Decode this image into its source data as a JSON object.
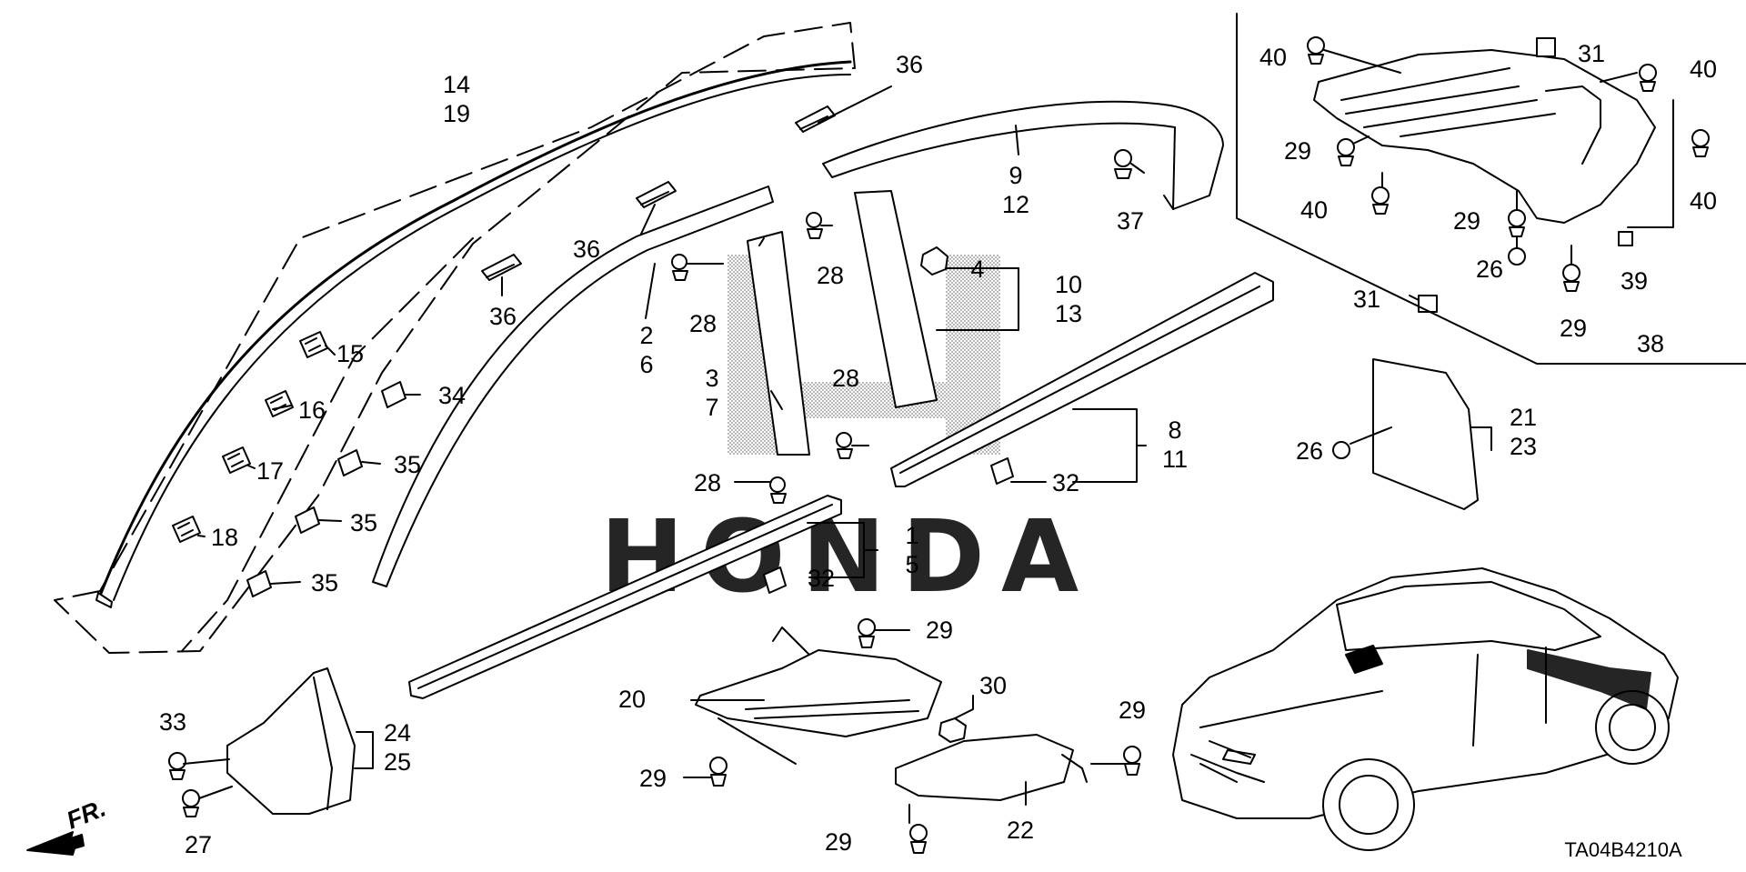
{
  "diagram_code": "TA04B4210A",
  "front_indicator": "FR.",
  "watermark_text": "HONDA",
  "colors": {
    "line": "#000000",
    "background": "#ffffff",
    "watermark": "#9a9a9a"
  },
  "labels": {
    "l14": "14",
    "l19": "19",
    "l36a": "36",
    "l36b": "36",
    "l36c": "36",
    "l9": "9",
    "l12": "12",
    "l37": "37",
    "l2": "2",
    "l6": "6",
    "l28a": "28",
    "l28b": "28",
    "l28c": "28",
    "l28d": "28",
    "l4": "4",
    "l10": "10",
    "l13": "13",
    "l3": "3",
    "l7": "7",
    "l15": "15",
    "l16": "16",
    "l17": "17",
    "l18": "18",
    "l34": "34",
    "l35a": "35",
    "l35b": "35",
    "l35c": "35",
    "l8": "8",
    "l11": "11",
    "l32a": "32",
    "l32b": "32",
    "l1": "1",
    "l5": "5",
    "l29a": "29",
    "l29b": "29",
    "l29c": "29",
    "l29d": "29",
    "l29e": "29",
    "l29f": "29",
    "l29g": "29",
    "l20": "20",
    "l30": "30",
    "l22": "22",
    "l33": "33",
    "l24": "24",
    "l25": "25",
    "l27": "27",
    "l31a": "31",
    "l31b": "31",
    "l26a": "26",
    "l26b": "26",
    "l21": "21",
    "l23": "23",
    "l40a": "40",
    "l40b": "40",
    "l40c": "40",
    "l40d": "40",
    "l39": "39",
    "l38": "38"
  }
}
